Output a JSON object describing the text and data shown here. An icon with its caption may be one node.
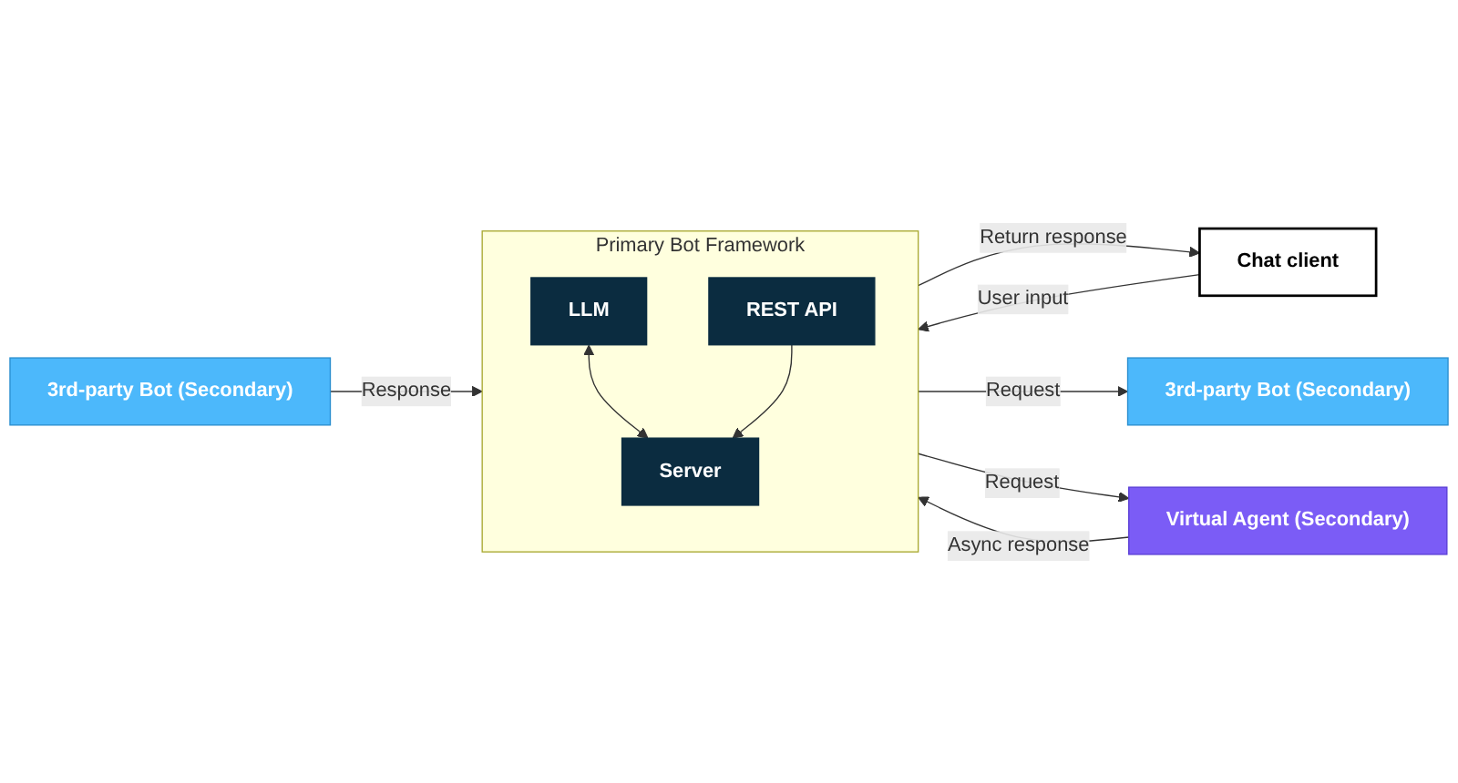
{
  "diagram": {
    "nodes": [
      {
        "text": [
          "Chat client"
        ]
      },
      {
        "text": [
          "Primary Bot Framework"
        ]
      },
      {
        "text": [
          "LLM"
        ],
        "in": 1
      },
      {
        "text": [
          "Server"
        ],
        "in": 1
      },
      {
        "text": [
          "REST API"
        ],
        "in": 1
      },
      {
        "text": [
          "3rd-party Bot (Secondary)"
        ]
      },
      {
        "text": [
          "3rd-party Bot (Secondary)"
        ]
      },
      {
        "text": [
          "Virtual Agent (Secondary)"
        ]
      }
    ],
    "edges": [
      {
        "from": 0,
        "to": 1,
        "label": "User input",
        "arrow": "to"
      },
      {
        "from": 1,
        "to": 0,
        "label": "Return response",
        "arrow": "to"
      },
      {
        "from": 2,
        "to": 3,
        "arrow": "both"
      },
      {
        "from": 4,
        "to": 3,
        "arrow": "to"
      },
      {
        "from": 1,
        "to": 5,
        "label": "Request",
        "arrow": "to"
      },
      {
        "from": 6,
        "to": 1,
        "label": "Response",
        "arrow": "to"
      },
      {
        "from": 1,
        "to": 7,
        "label": "Request",
        "arrow": "to"
      },
      {
        "from": 7,
        "to": 1,
        "label": "Async response",
        "arrow": "to"
      }
    ]
  }
}
